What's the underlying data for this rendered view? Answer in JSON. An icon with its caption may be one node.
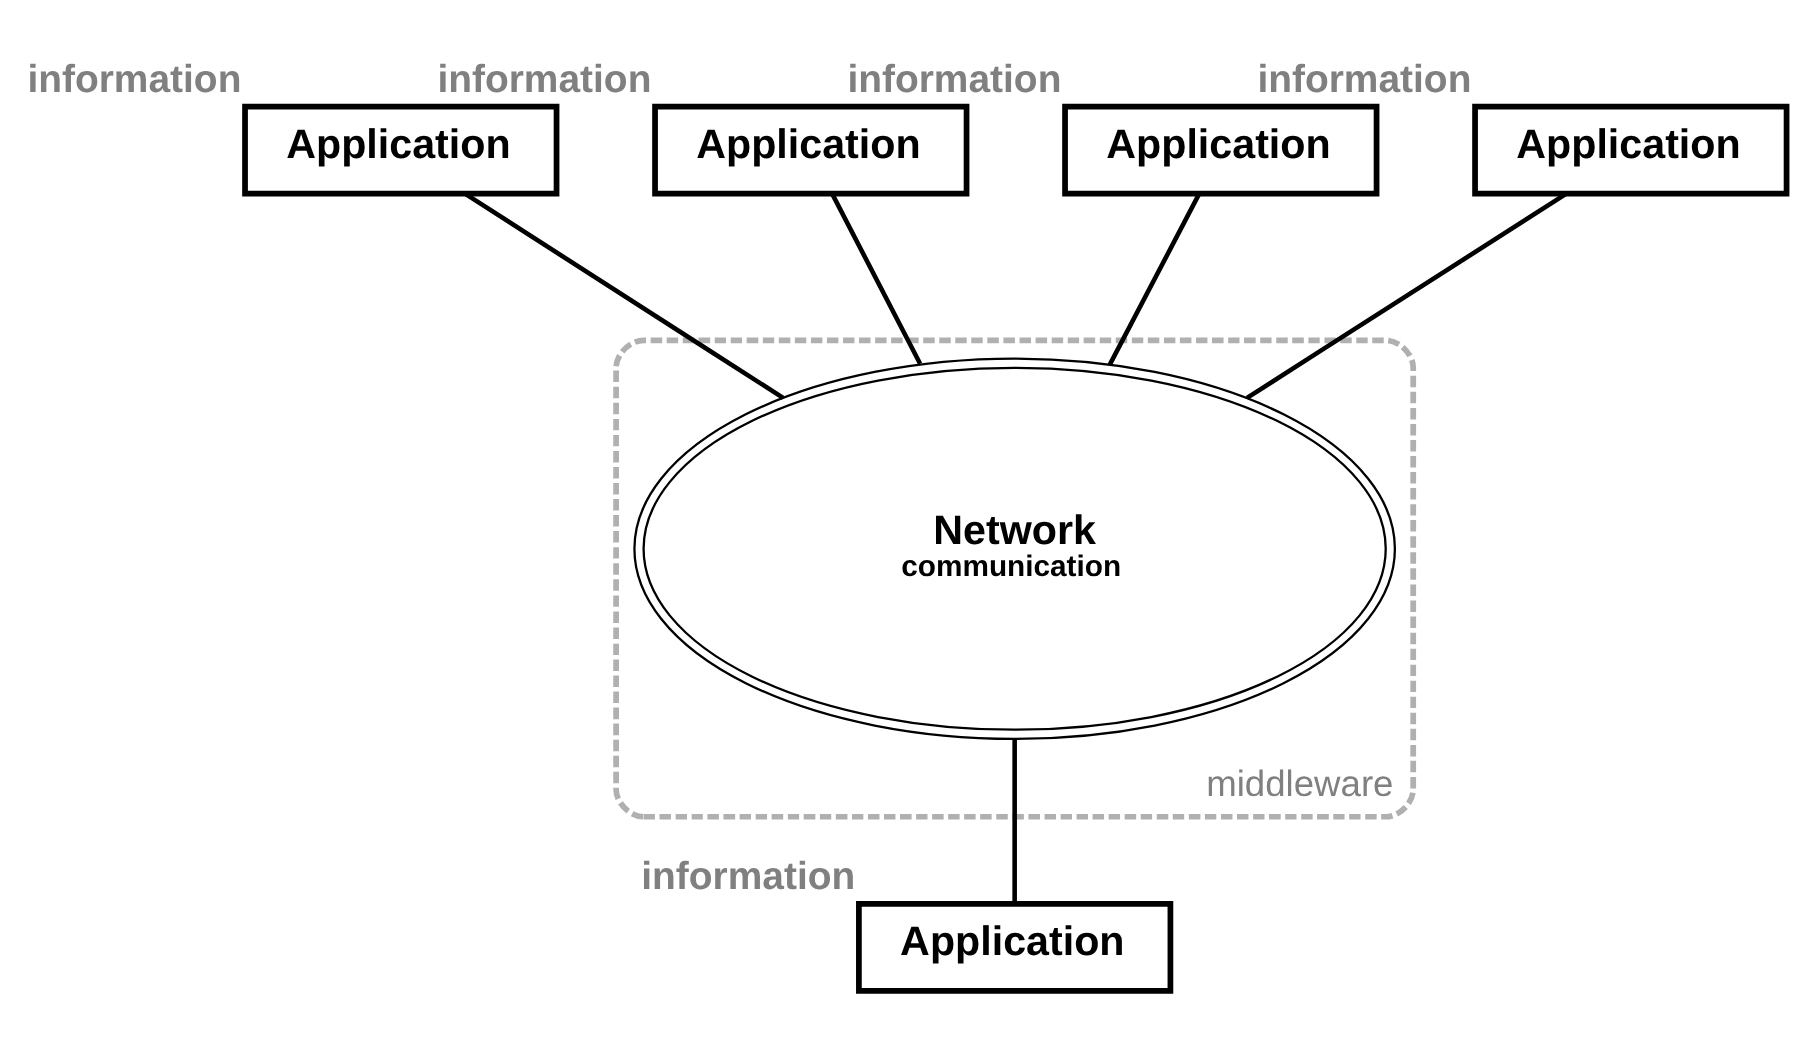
{
  "diagram": {
    "nodes": [
      {
        "text": [
          "middleware"
        ]
      },
      {
        "text": [
          "Network",
          "communication"
        ],
        "in": 0
      },
      {
        "text": [
          "Application"
        ],
        "beside": [
          "information"
        ]
      },
      {
        "text": [
          "Application"
        ],
        "beside": [
          "information"
        ]
      },
      {
        "text": [
          "Application"
        ],
        "beside": [
          "information"
        ]
      },
      {
        "text": [
          "Application"
        ],
        "beside": [
          "information"
        ]
      },
      {
        "text": [
          "Application"
        ],
        "beside": [
          "information"
        ]
      }
    ],
    "edges": [
      {
        "from": 2,
        "to": 1,
        "arrow": "none"
      },
      {
        "from": 3,
        "to": 1,
        "arrow": "none"
      },
      {
        "from": 4,
        "to": 1,
        "arrow": "none"
      },
      {
        "from": 5,
        "to": 1,
        "arrow": "none"
      },
      {
        "from": 6,
        "to": 1,
        "arrow": "none"
      }
    ]
  }
}
